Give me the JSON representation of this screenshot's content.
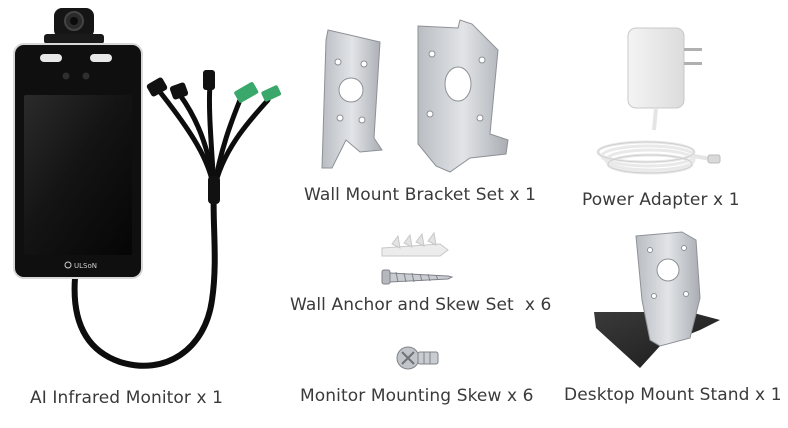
{
  "items": {
    "monitor": {
      "label": "AI Infrared Monitor x 1",
      "brand": "ULSoN"
    },
    "wall_bracket": {
      "label": "Wall Mount Bracket Set x 1"
    },
    "power_adapter": {
      "label": "Power Adapter x 1"
    },
    "anchor_set": {
      "label": "Wall Anchor and Skew Set  x 6"
    },
    "mounting_skew": {
      "label": "Monitor Mounting Skew x 6"
    },
    "desktop_stand": {
      "label": "Desktop Mount Stand x 1"
    }
  },
  "colors": {
    "text": "#3a3a3a",
    "device_body": "#111111",
    "connector_green": "#3aa86a",
    "metal": "#c9ccd0"
  }
}
